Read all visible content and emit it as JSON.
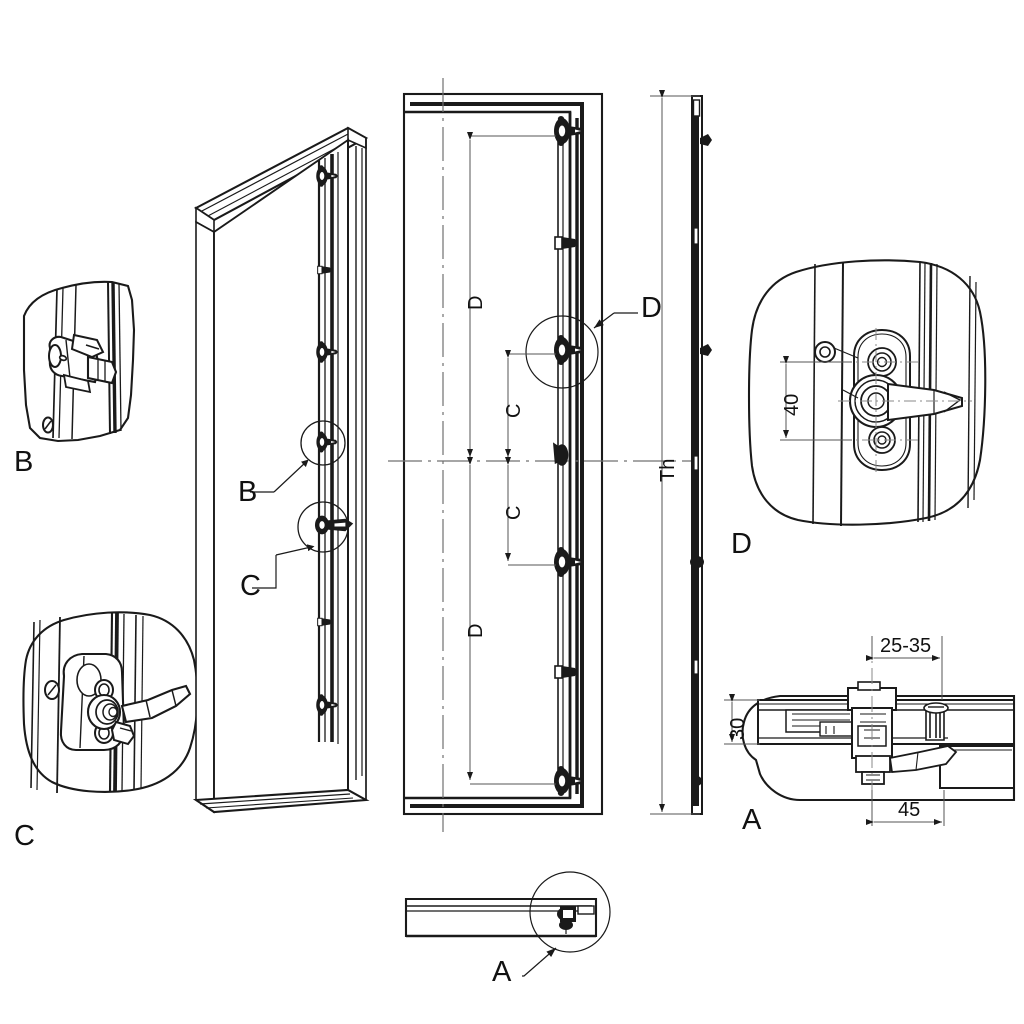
{
  "drawing": {
    "title": "Multi-point door locking system assembly drawing",
    "type": "technical-cad-linework",
    "background_color": "#ffffff",
    "line_color": "#1a1a1a",
    "thin_line_color": "#555555",
    "units": "mm"
  },
  "views": {
    "detail_b": {
      "callout": "B",
      "description": "Enlarged detail of roller cam keeper on stile"
    },
    "detail_c": {
      "callout": "C",
      "description": "Enlarged detail of lock gearbox with handle"
    },
    "isometric": {
      "description": "Isometric view of door leaf with vertical lock rod",
      "callouts": [
        "B",
        "C"
      ]
    },
    "elevation": {
      "description": "Front elevation of door with lock rod, centre lines and dimensions",
      "callout": "D"
    },
    "side": {
      "description": "Thin edge/side view of the door leaf",
      "dim_label": "Th"
    },
    "detail_d": {
      "callout": "D",
      "description": "Enlarged detail of handle escutcheon plate",
      "dim": "40"
    },
    "detail_a": {
      "callout": "A",
      "description": "Section detail of lock case in frame",
      "dims": [
        "25-35",
        "30",
        "45"
      ]
    },
    "bottom_section": {
      "callout": "A",
      "description": "Horizontal section through door bottom rail"
    }
  },
  "labels": {
    "b_left": "B",
    "c_left": "C",
    "b_callout": "B",
    "c_callout": "C",
    "d_elevation": "D",
    "d_detail": "D",
    "a_detail": "A",
    "a_bottom": "A"
  },
  "dimensions": {
    "elevation_d_top": "D",
    "elevation_c_top": "C",
    "elevation_c_bottom": "C",
    "elevation_d_bottom": "D",
    "side_th": "Th",
    "detail_d_40": "40",
    "detail_a_2535": "25-35",
    "detail_a_30": "30",
    "detail_a_45": "45"
  }
}
